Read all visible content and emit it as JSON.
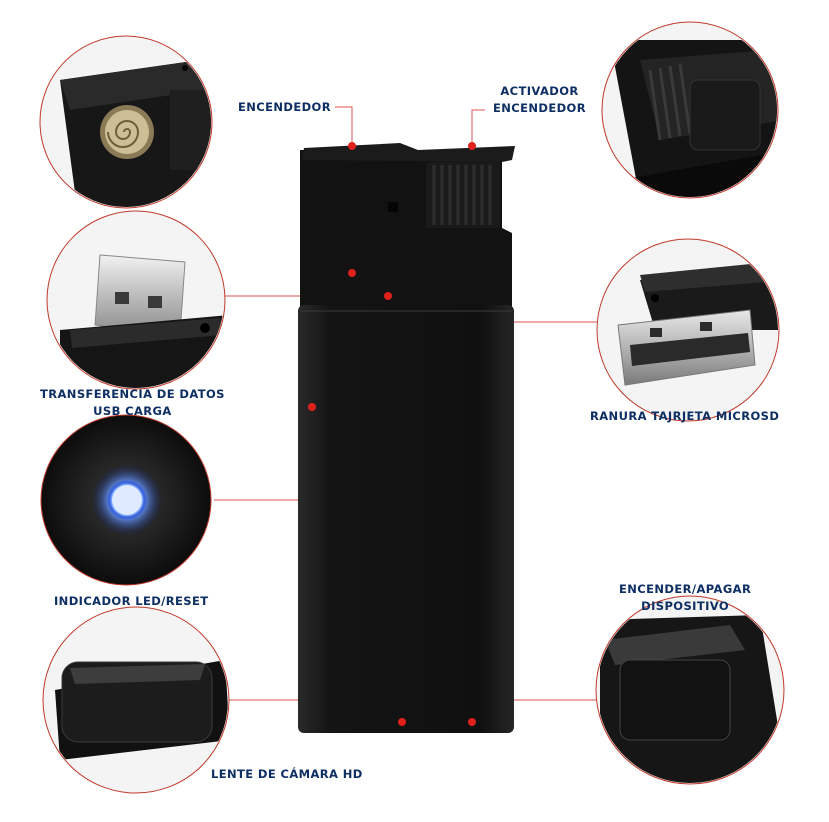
{
  "labels": {
    "encendedor": "ENCENDEDOR",
    "activador_line1": "ACTIVADOR",
    "activador_line2": "ENCENDEDOR",
    "transferencia_line1": "TRANSFERENCIA DE DATOS",
    "transferencia_line2": "USB CARGA",
    "ranura": "RANURA  TAJRJETA MICROSD",
    "indicador": "INDICADOR LED/RESET",
    "encender_line1": "ENCENDER/APAGAR",
    "encender_line2": "DISPOSITIVO",
    "lente": "LENTE DE CÁMARA HD"
  },
  "colors": {
    "label_text": "#0d2f63",
    "callout_line": "#d9534f",
    "callout_dot": "#e0201a",
    "device_body": "#121212",
    "led_glow": "#5b8cff"
  },
  "icons": {
    "product": "spy-lighter-camera",
    "detail_1": "coil-igniter",
    "detail_2": "ignition-button",
    "detail_3": "usb-plug",
    "detail_4": "usb-plug-with-microsd-slot",
    "detail_5": "blue-led",
    "detail_6": "power-button",
    "detail_7": "camera-lens-bottom"
  }
}
